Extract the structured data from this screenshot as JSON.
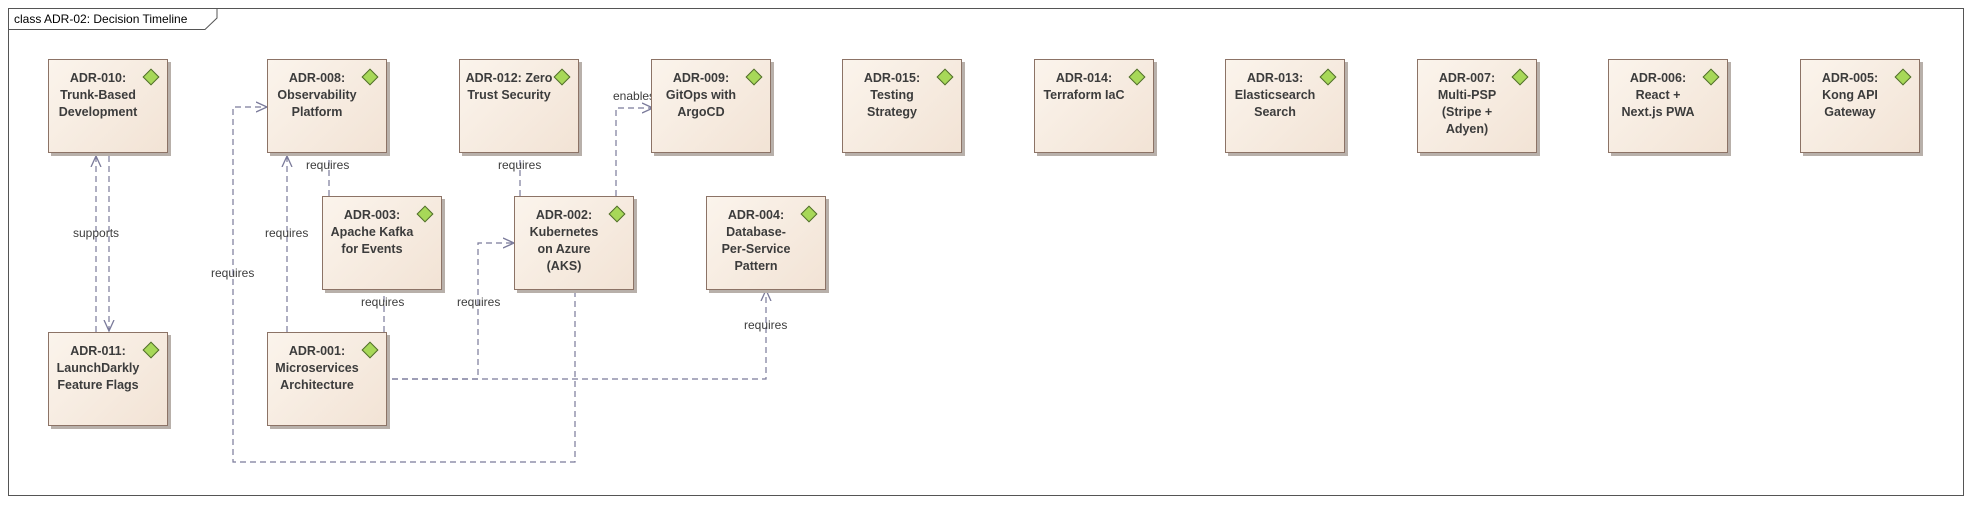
{
  "diagram": {
    "title": "class ADR-02: Decision Timeline",
    "colors": {
      "node_fill": "#f5e9de",
      "node_border": "#8c7366",
      "icon_fill": "#a7d858",
      "connector": "#7a7a9a"
    },
    "icon_name": "artifact-diamond-icon",
    "nodes": [
      {
        "id": "ADR-010",
        "label": "ADR-010:\nTrunk-Based\nDevelopment"
      },
      {
        "id": "ADR-008",
        "label": "ADR-008:\nObservability\nPlatform"
      },
      {
        "id": "ADR-012",
        "label": "ADR-012: Zero\nTrust Security"
      },
      {
        "id": "ADR-009",
        "label": "ADR-009:\nGitOps with\nArgoCD"
      },
      {
        "id": "ADR-015",
        "label": "ADR-015:\nTesting\nStrategy"
      },
      {
        "id": "ADR-014",
        "label": "ADR-014:\nTerraform IaC"
      },
      {
        "id": "ADR-013",
        "label": "ADR-013:\nElasticsearch\nSearch"
      },
      {
        "id": "ADR-007",
        "label": "ADR-007:\nMulti-PSP\n(Stripe +\nAdyen)"
      },
      {
        "id": "ADR-006",
        "label": "ADR-006:\nReact +\nNext.js PWA"
      },
      {
        "id": "ADR-005",
        "label": "ADR-005:\nKong API\nGateway"
      },
      {
        "id": "ADR-003",
        "label": "ADR-003:\nApache Kafka\nfor Events"
      },
      {
        "id": "ADR-002",
        "label": "ADR-002:\nKubernetes\non Azure (AKS)"
      },
      {
        "id": "ADR-004",
        "label": "ADR-004:\nDatabase-\nPer-Service\nPattern"
      },
      {
        "id": "ADR-011",
        "label": "ADR-011:\nLaunchDarkly\nFeature Flags"
      },
      {
        "id": "ADR-001",
        "label": "ADR-001:\nMicroservices\nArchitecture"
      }
    ],
    "edges": [
      {
        "from": "ADR-011",
        "to": "ADR-010",
        "label": "supports"
      },
      {
        "from": "ADR-010",
        "to": "ADR-011",
        "label": "supports"
      },
      {
        "from": "ADR-003",
        "to": "ADR-008",
        "label": "requires"
      },
      {
        "from": "ADR-002",
        "to": "ADR-012",
        "label": "requires"
      },
      {
        "from": "ADR-002",
        "to": "ADR-009",
        "label": "enables"
      },
      {
        "from": "ADR-001",
        "to": "ADR-003",
        "label": "requires"
      },
      {
        "from": "ADR-001",
        "to": "ADR-008",
        "label": "requires"
      },
      {
        "from": "ADR-001",
        "to": "ADR-002",
        "label": "requires"
      },
      {
        "from": "ADR-001",
        "to": "ADR-004",
        "label": "requires"
      },
      {
        "from": "ADR-002",
        "to": "ADR-008",
        "label": "requires"
      }
    ]
  }
}
